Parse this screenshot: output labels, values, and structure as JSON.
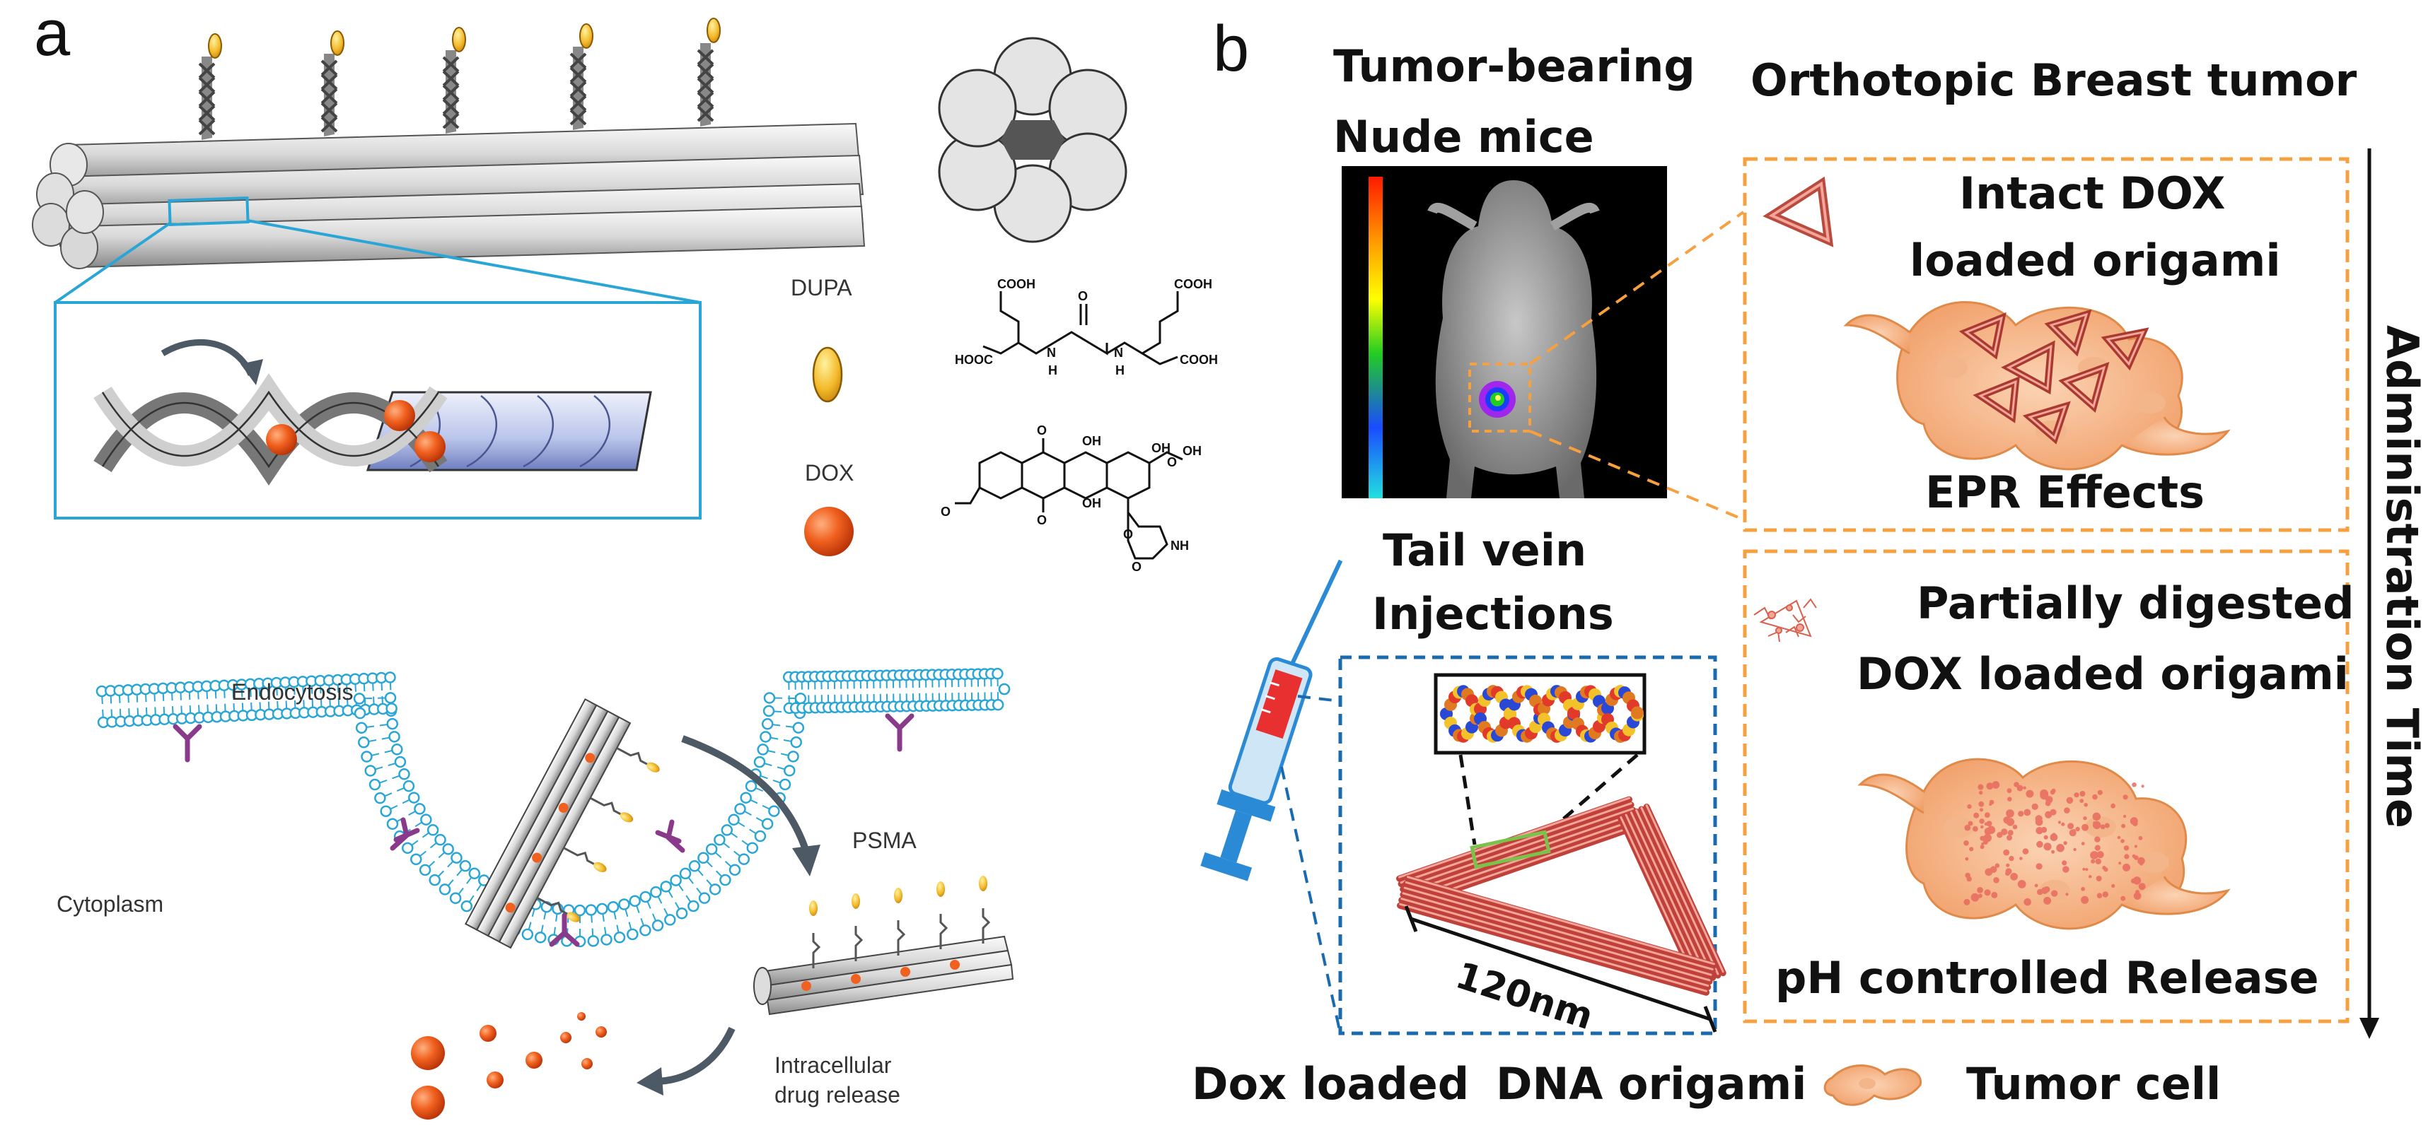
{
  "panel_a": {
    "label": "a",
    "legend": {
      "dupa": "DUPA",
      "dox": "DOX"
    },
    "chem": {
      "dupa": [
        "COOH",
        "COOH",
        "O",
        "HOOC",
        "N",
        "H",
        "N",
        "H",
        "COOH"
      ],
      "dox": [
        "O",
        "OH",
        "O",
        "OH",
        "OH",
        "O",
        "OH",
        "O",
        "O",
        "NH",
        "O"
      ]
    },
    "endocytosis": "Endocytosis",
    "psma": "PSMA",
    "cytoplasm": "Cytoplasm",
    "release_line1": "Intracellular",
    "release_line2": "drug release"
  },
  "panel_b": {
    "label": "b",
    "mice_line1": "Tumor-bearing",
    "mice_line2": "Nude mice",
    "orthotopic": "Orthotopic Breast tumor",
    "intact_line1": "Intact DOX",
    "intact_line2": "loaded origami",
    "epr": "EPR Effects",
    "tail_line1": "Tail vein",
    "tail_line2": "Injections",
    "partial_line1": "Partially digested",
    "partial_line2": "DOX loaded origami",
    "ph_release": "pH controlled Release",
    "scale": "120nm",
    "admin_time": "Administration Time",
    "dox_loaded": "Dox loaded",
    "dna_origami": "DNA origami",
    "tumor_cell": "Tumor cell"
  }
}
